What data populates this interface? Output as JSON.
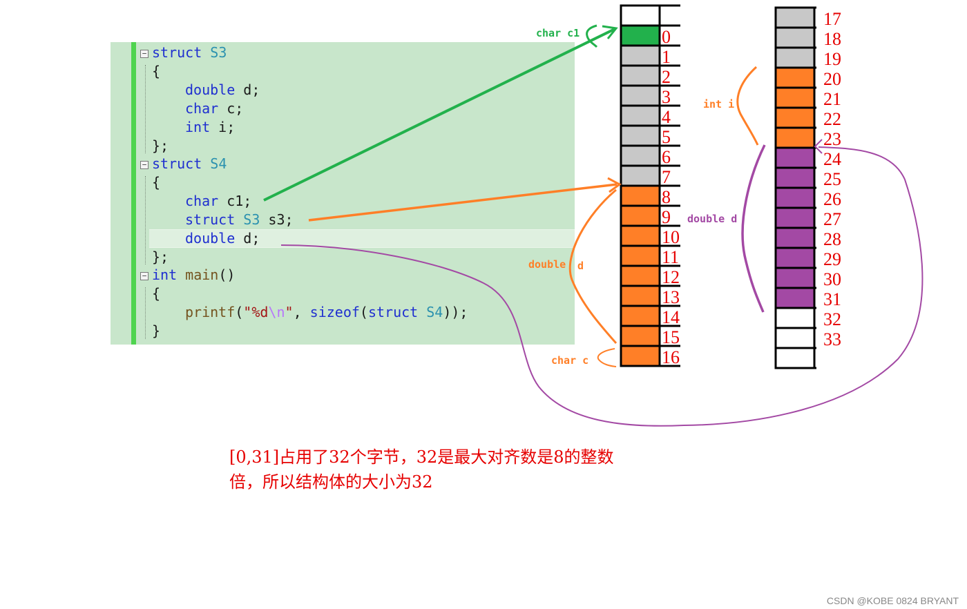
{
  "code": {
    "lines": [
      {
        "fold": "−",
        "tokens": [
          {
            "t": "struct ",
            "c": "kw"
          },
          {
            "t": "S3",
            "c": "ty"
          }
        ]
      },
      {
        "tokens": [
          {
            "t": "{",
            "c": ""
          }
        ]
      },
      {
        "indent": 1,
        "tokens": [
          {
            "t": "double",
            "c": "kw"
          },
          {
            "t": " d;",
            "c": ""
          }
        ]
      },
      {
        "indent": 1,
        "tokens": [
          {
            "t": "char",
            "c": "kw"
          },
          {
            "t": " c;",
            "c": ""
          }
        ]
      },
      {
        "indent": 1,
        "tokens": [
          {
            "t": "int",
            "c": "kw"
          },
          {
            "t": " i;",
            "c": ""
          }
        ]
      },
      {
        "tokens": [
          {
            "t": "};",
            "c": ""
          }
        ]
      },
      {
        "fold": "−",
        "tokens": [
          {
            "t": "struct ",
            "c": "kw"
          },
          {
            "t": "S4",
            "c": "ty"
          }
        ]
      },
      {
        "tokens": [
          {
            "t": "{",
            "c": ""
          }
        ]
      },
      {
        "indent": 1,
        "tokens": [
          {
            "t": "char",
            "c": "kw"
          },
          {
            "t": " c1;",
            "c": ""
          }
        ]
      },
      {
        "indent": 1,
        "tokens": [
          {
            "t": "struct ",
            "c": "kw"
          },
          {
            "t": "S3",
            "c": "ty"
          },
          {
            "t": " s3;",
            "c": ""
          }
        ]
      },
      {
        "indent": 1,
        "tokens": [
          {
            "t": "double",
            "c": "kw"
          },
          {
            "t": " d;",
            "c": ""
          }
        ]
      },
      {
        "tokens": [
          {
            "t": "};",
            "c": ""
          }
        ]
      },
      {
        "fold": "−",
        "tokens": [
          {
            "t": "int",
            "c": "kw"
          },
          {
            "t": " ",
            "c": ""
          },
          {
            "t": "main",
            "c": "fn"
          },
          {
            "t": "()",
            "c": ""
          }
        ]
      },
      {
        "tokens": [
          {
            "t": "{",
            "c": ""
          }
        ]
      },
      {
        "indent": 1,
        "tokens": [
          {
            "t": "printf",
            "c": "fn"
          },
          {
            "t": "(",
            "c": ""
          },
          {
            "t": "\"%d",
            "c": "st"
          },
          {
            "t": "\\n",
            "c": "es"
          },
          {
            "t": "\"",
            "c": "st"
          },
          {
            "t": ", ",
            "c": ""
          },
          {
            "t": "sizeof",
            "c": "kw"
          },
          {
            "t": "(",
            "c": ""
          },
          {
            "t": "struct ",
            "c": "kw"
          },
          {
            "t": "S4",
            "c": "ty"
          },
          {
            "t": "));",
            "c": ""
          }
        ]
      },
      {
        "tokens": [
          {
            "t": "}",
            "c": ""
          }
        ]
      }
    ]
  },
  "memory": {
    "colors": {
      "white": "#ffffff",
      "gray": "#c8c8c8",
      "green": "#22b14c",
      "orange": "#ff7f27",
      "purple": "#a349a4"
    },
    "column_left": {
      "cells": [
        "white",
        "green",
        "gray",
        "gray",
        "gray",
        "gray",
        "gray",
        "gray",
        "gray",
        "orange",
        "orange",
        "orange",
        "orange",
        "orange",
        "orange",
        "orange",
        "orange",
        "orange"
      ],
      "numbers": [
        "0",
        "1",
        "2",
        "3",
        "4",
        "5",
        "6",
        "7",
        "8",
        "9",
        "10",
        "11",
        "12",
        "13",
        "14",
        "15",
        "16"
      ]
    },
    "column_right": {
      "cells": [
        "gray",
        "gray",
        "gray",
        "orange",
        "orange",
        "orange",
        "orange",
        "purple",
        "purple",
        "purple",
        "purple",
        "purple",
        "purple",
        "purple",
        "purple",
        "white",
        "white",
        "white"
      ],
      "numbers": [
        "17",
        "18",
        "19",
        "20",
        "21",
        "22",
        "23",
        "24",
        "25",
        "26",
        "27",
        "28",
        "29",
        "30",
        "31",
        "32",
        "33"
      ]
    },
    "labels": {
      "char_c1": "char c1",
      "double_d_orange": "double",
      "double_d_orange_2": "d",
      "char_c": "char c",
      "int_i": "int i",
      "double_d_purple": "double d"
    }
  },
  "note": {
    "line1": "[0,31]占用了32个字节，32是最大对齐数是8的整数",
    "line2": "倍，所以结构体的大小为32"
  },
  "watermark": "CSDN @KOBE 0824 BRYANT"
}
